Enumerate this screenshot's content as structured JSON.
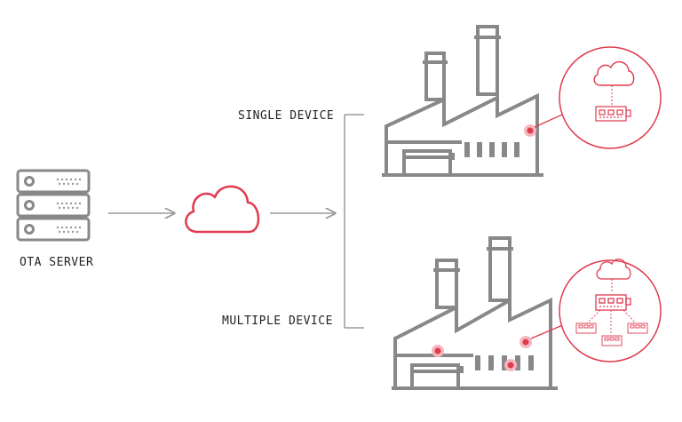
{
  "labels": {
    "ota_server": "OTA SERVER",
    "single_device": "SINGLE DEVICE",
    "multiple_device": "MULTIPLE DEVICE"
  },
  "colors": {
    "gray": "#888888",
    "red": "#e03a4e",
    "red_glow": "#f5b7bf",
    "text": "#222222"
  },
  "icons": [
    "server-icon",
    "cloud-icon",
    "factory-icon",
    "device-board-icon",
    "sensor-dot-icon"
  ]
}
